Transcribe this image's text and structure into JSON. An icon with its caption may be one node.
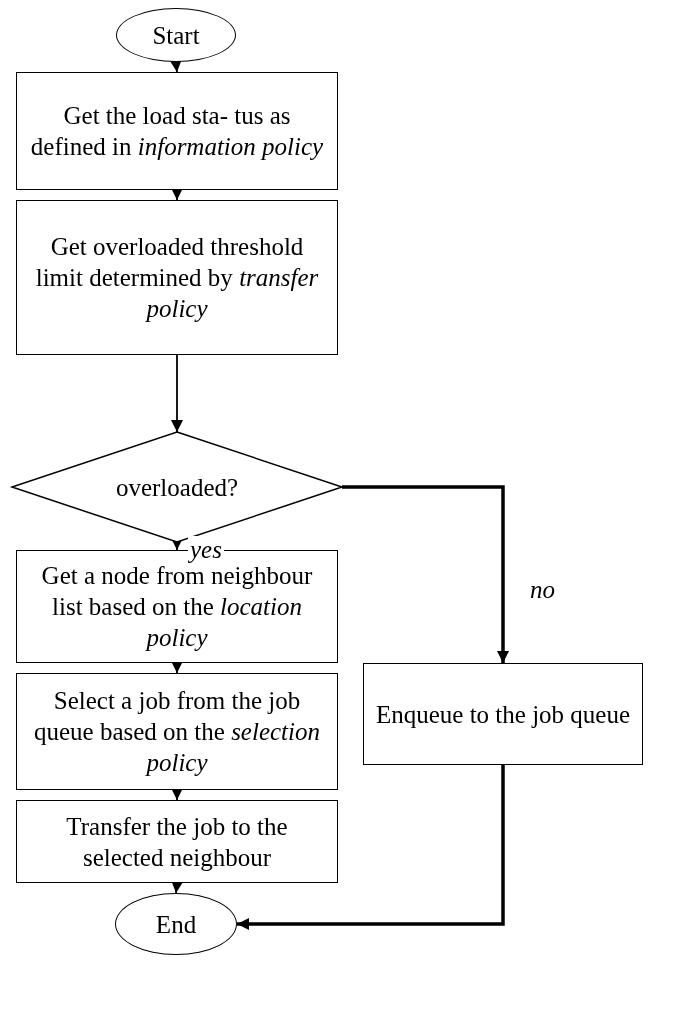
{
  "diagram": {
    "nodes": [
      {
        "text": [
          "Start"
        ]
      },
      {
        "text": [
          "Get the load sta- tus as defined in *information policy*"
        ]
      },
      {
        "text": [
          "Get overloaded threshold limit determined by *transfer policy*"
        ]
      },
      {
        "text": [
          "overloaded?"
        ]
      },
      {
        "text": [
          "Get a node from neighbour list based on the *location policy*"
        ]
      },
      {
        "text": [
          "Select a job from the job queue based on the *selection policy*"
        ]
      },
      {
        "text": [
          "Transfer the job to the selected neighbour"
        ]
      },
      {
        "text": [
          "End"
        ]
      },
      {
        "text": [
          "Enqueue to the job queue"
        ]
      }
    ],
    "edges": [
      {
        "from": 0,
        "to": 1,
        "arrow": "to"
      },
      {
        "from": 1,
        "to": 2,
        "arrow": "to"
      },
      {
        "from": 2,
        "to": 3,
        "arrow": "to"
      },
      {
        "from": 3,
        "to": 4,
        "arrow": "to",
        "label": "yes"
      },
      {
        "from": 4,
        "to": 5,
        "arrow": "to"
      },
      {
        "from": 5,
        "to": 6,
        "arrow": "to"
      },
      {
        "from": 6,
        "to": 7,
        "arrow": "to"
      },
      {
        "from": 3,
        "to": 8,
        "arrow": "to",
        "label": "no",
        "style": "thick"
      },
      {
        "from": 8,
        "to": 7,
        "arrow": "to",
        "style": "thick"
      }
    ]
  }
}
